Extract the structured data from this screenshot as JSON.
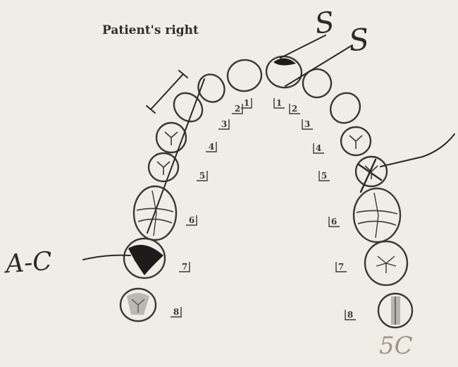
{
  "heading": "Patient's right",
  "tooth_numbers": [
    "1",
    "2",
    "3",
    "4",
    "5",
    "6",
    "7",
    "8",
    "1",
    "2",
    "3",
    "4",
    "5",
    "6",
    "7",
    "8"
  ],
  "handwritten": {
    "s_upper": "S",
    "s_lower": "S",
    "ac": "A-C",
    "fc": "5C"
  },
  "colors": {
    "ink": "#3a3835",
    "marking": "#1e1c1b",
    "paper": "#efeee6",
    "gray_fill": "#8e8e88"
  }
}
